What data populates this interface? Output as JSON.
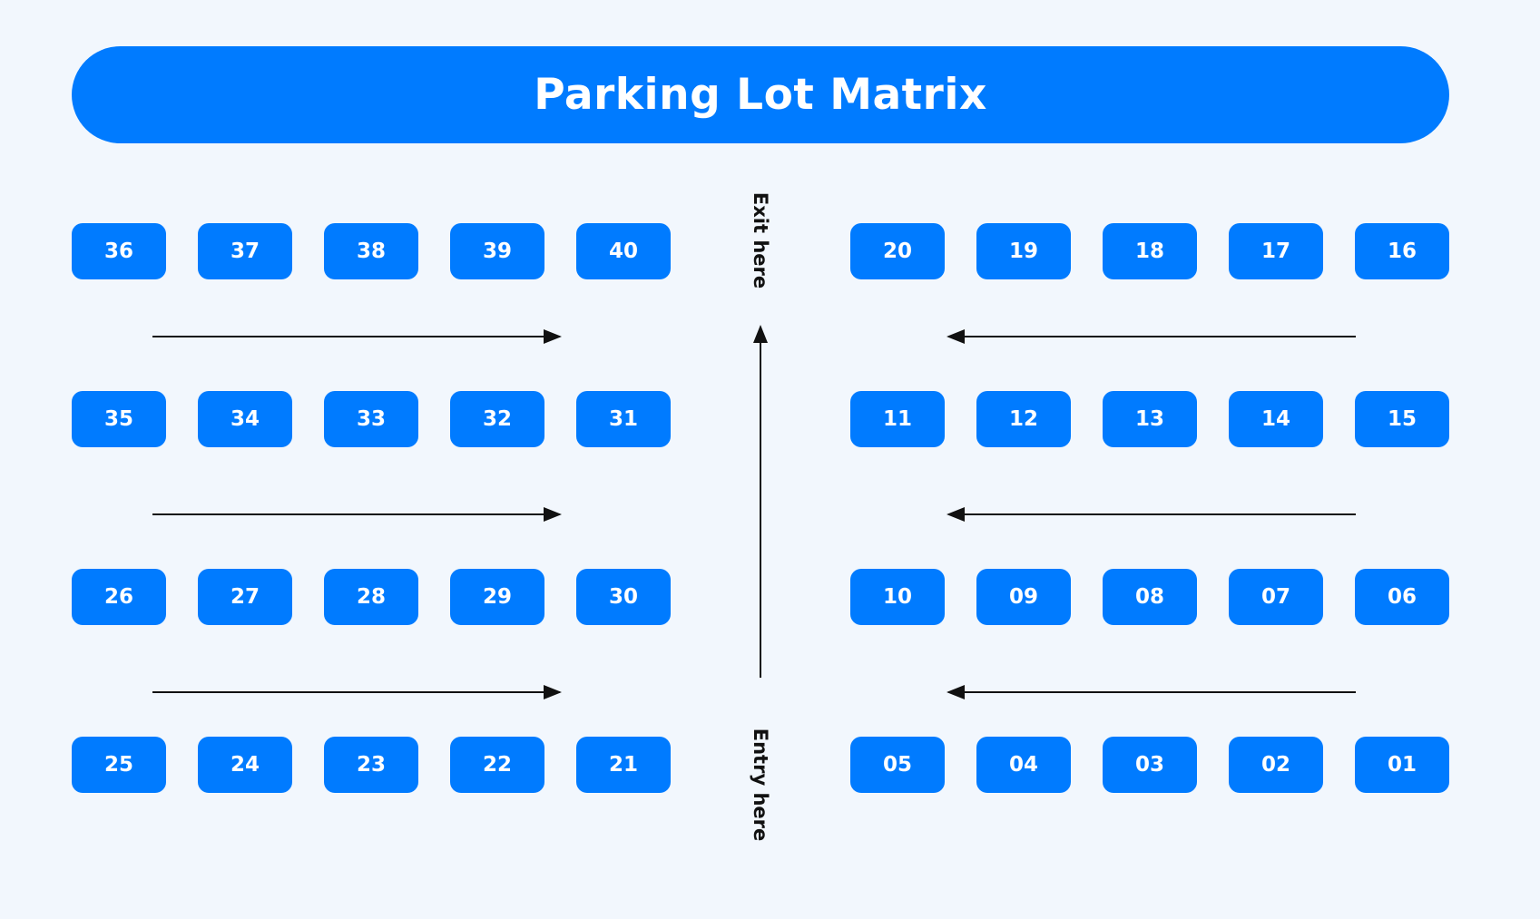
{
  "title": "Parking Lot Matrix",
  "exit_label": "Exit here",
  "entry_label": "Entry here",
  "colors": {
    "accent": "#007bff",
    "background": "#f2f7fd",
    "ink": "#111111"
  },
  "left_rows": [
    [
      "36",
      "37",
      "38",
      "39",
      "40"
    ],
    [
      "35",
      "34",
      "33",
      "32",
      "31"
    ],
    [
      "26",
      "27",
      "28",
      "29",
      "30"
    ],
    [
      "25",
      "24",
      "23",
      "22",
      "21"
    ]
  ],
  "right_rows": [
    [
      "20",
      "19",
      "18",
      "17",
      "16"
    ],
    [
      "11",
      "12",
      "13",
      "14",
      "15"
    ],
    [
      "10",
      "09",
      "08",
      "07",
      "06"
    ],
    [
      "05",
      "04",
      "03",
      "02",
      "01"
    ]
  ],
  "lane_directions": {
    "left": "right",
    "right": "left",
    "center": "up"
  }
}
